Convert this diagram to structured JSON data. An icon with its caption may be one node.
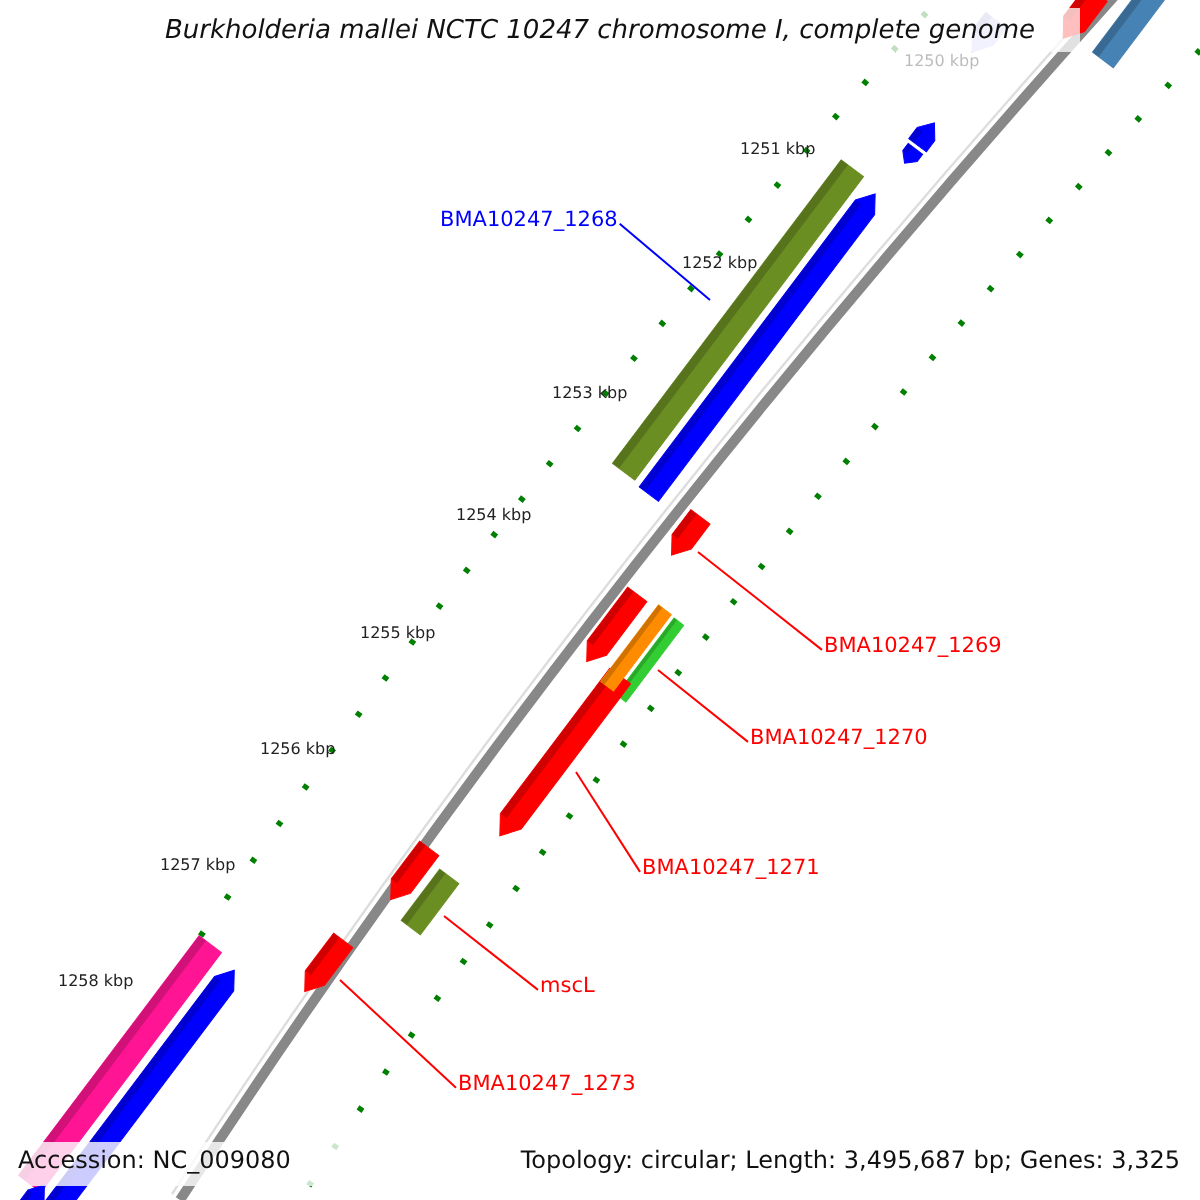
{
  "diagram": {
    "title": "Burkholderia mallei NCTC 10247 chromosome I, complete genome",
    "nodes": [
      {
        "text": [
          "BMA10247_1268"
        ]
      },
      {
        "text": [],
        "shape": "bar"
      },
      {
        "text": [
          "BMA10247_1269"
        ]
      },
      {
        "text": [],
        "shape": "arrow"
      },
      {
        "text": [
          "BMA10247_1270"
        ]
      },
      {
        "text": [],
        "shape": "bar"
      },
      {
        "text": [
          "BMA10247_1271"
        ]
      },
      {
        "text": [],
        "shape": "arrow"
      },
      {
        "text": [
          "mscL"
        ]
      },
      {
        "text": [],
        "shape": "bar"
      },
      {
        "text": [
          "BMA10247_1273"
        ]
      },
      {
        "text": [],
        "shape": "arrow"
      },
      {
        "text": [],
        "shape": "arrow"
      },
      {
        "text": [],
        "shape": "bar"
      },
      {
        "text": [],
        "shape": "arrow"
      },
      {
        "text": [],
        "shape": "arrow"
      },
      {
        "text": [],
        "shape": "arrow"
      },
      {
        "text": [],
        "shape": "arrow"
      },
      {
        "text": [],
        "shape": "arrow"
      },
      {
        "text": [],
        "shape": "bar"
      },
      {
        "text": [],
        "shape": "arrow"
      },
      {
        "text": [],
        "shape": "bar"
      },
      {
        "text": [],
        "shape": "arrow"
      },
      {
        "text": [],
        "shape": "arrow"
      }
    ],
    "edges": [
      {
        "from": 0,
        "to": 1,
        "arrow": "none",
        "color": "#0000ff"
      },
      {
        "from": 2,
        "to": 3,
        "arrow": "none"
      },
      {
        "from": 4,
        "to": 5,
        "arrow": "none"
      },
      {
        "from": 6,
        "to": 7,
        "arrow": "none"
      },
      {
        "from": 8,
        "to": 9,
        "arrow": "none"
      },
      {
        "from": 10,
        "to": 11,
        "arrow": "none"
      }
    ],
    "labels": [
      "1250 kbp",
      "1251 kbp",
      "1252 kbp",
      "1253 kbp",
      "1254 kbp",
      "1255 kbp",
      "1256 kbp",
      "1257 kbp",
      "1258 kbp",
      "Accession: NC_009080",
      "Topology: circular; Length: 3,495,687 bp; Genes: 3,325"
    ]
  }
}
